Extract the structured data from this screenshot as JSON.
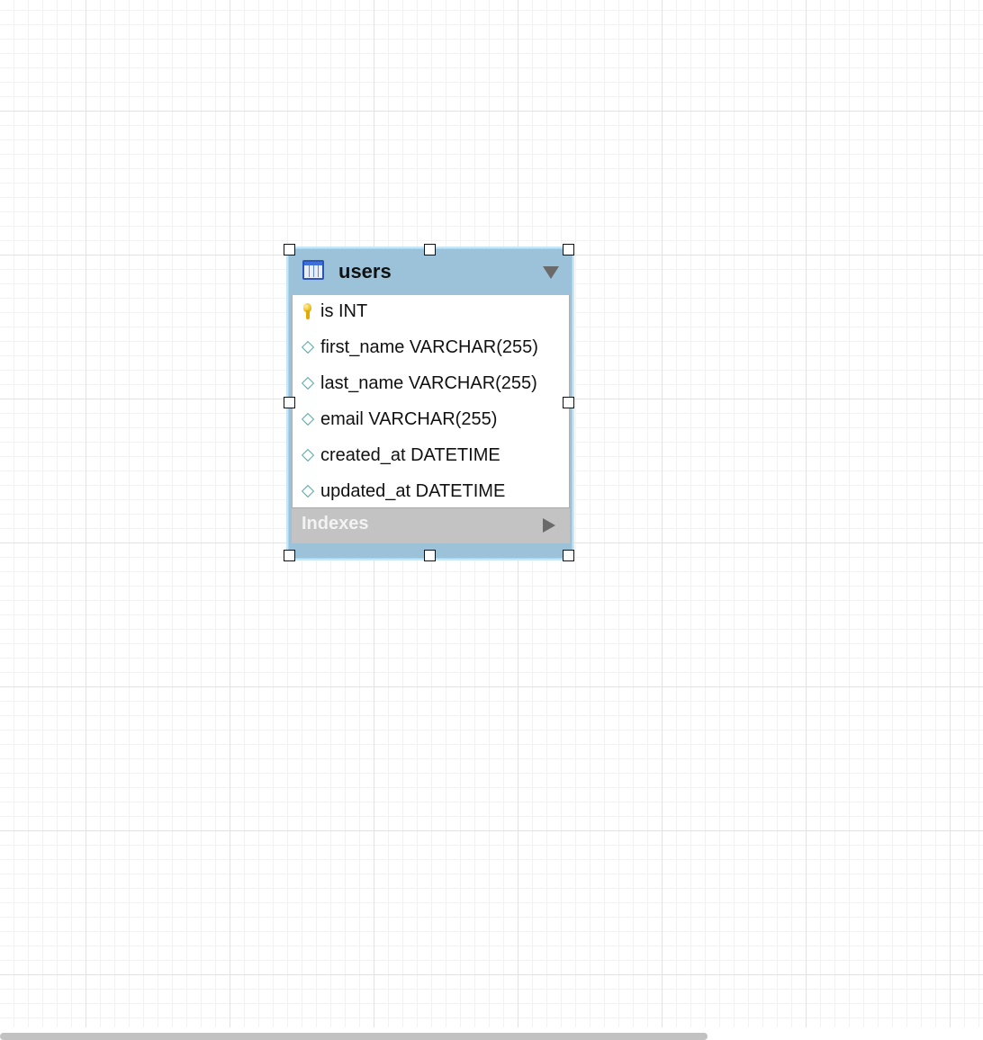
{
  "table": {
    "name": "users",
    "columns": [
      {
        "text": "is INT",
        "icon": "primary-key-icon"
      },
      {
        "text": "first_name VARCHAR(255)",
        "icon": "column-diamond-icon"
      },
      {
        "text": "last_name VARCHAR(255)",
        "icon": "column-diamond-icon"
      },
      {
        "text": "email VARCHAR(255)",
        "icon": "column-diamond-icon"
      },
      {
        "text": "created_at DATETIME",
        "icon": "column-diamond-icon"
      },
      {
        "text": "updated_at DATETIME",
        "icon": "column-diamond-icon"
      }
    ],
    "indexes_label": "Indexes"
  },
  "colors": {
    "header": "#9cc2da",
    "selection": "#a8d4ee",
    "indexes_bar": "#c3c3c3",
    "grid_major": "#e2e2e2",
    "grid_minor": "#f2f2f2"
  }
}
